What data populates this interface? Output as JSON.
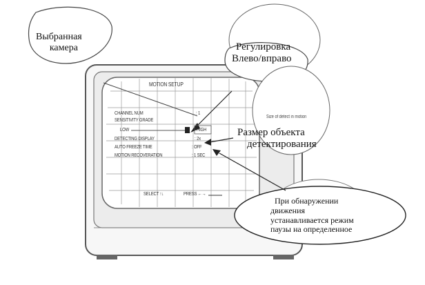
{
  "screen": {
    "title": "MOTION SETUP",
    "rows": [
      {
        "label": "CHANNEL NUM",
        "value": ": 1"
      },
      {
        "label": "SENSITIVITY GRADE",
        "value": ""
      },
      {
        "label": "LOW",
        "value": "HIGH"
      },
      {
        "label": "DETECTING DISPLAY",
        "value": ": 2x"
      },
      {
        "label": "AUTO FREEZE TIME",
        "value": ": OFF"
      },
      {
        "label": "MOTION RECOVERATION",
        "value": ": 1 SEC"
      }
    ],
    "footer_select": "SELECT ↑↓",
    "footer_press": "PRESS ←→"
  },
  "callouts": {
    "selected_camera": [
      "Выбранная",
      "камера"
    ],
    "adjust": [
      "Регулировка",
      "Влево/вправо"
    ],
    "object_size": [
      "Размер объекта",
      "детектирования"
    ],
    "object_size_en": "Size of detect in motion",
    "pause_note": [
      "При обнаружении",
      "движения",
      "устанавливается режим",
      "паузы на определенное"
    ]
  }
}
